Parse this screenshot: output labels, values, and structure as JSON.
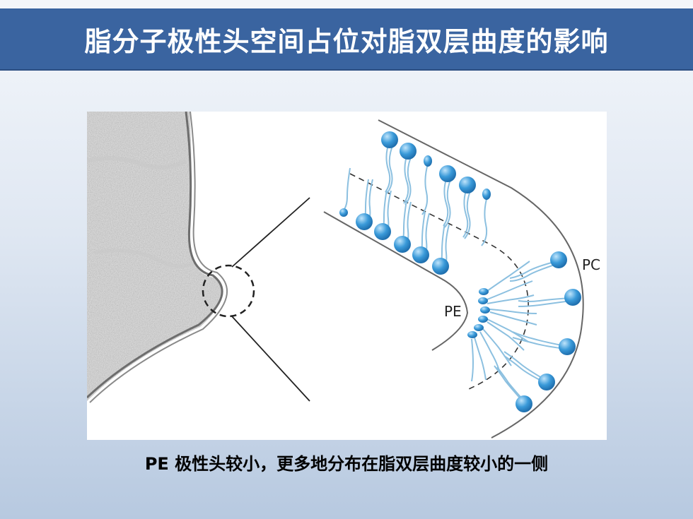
{
  "slide": {
    "title": "脂分子极性头空间占位对脂双层曲度的影响",
    "caption": "PE 极性头较小，更多地分布在脂双层曲度较小的一侧"
  },
  "figure": {
    "labels": {
      "pc": "PC",
      "pe": "PE"
    }
  },
  "colors": {
    "title_bar": "#3a64a0",
    "lipid_head": "#3a9ad9",
    "lipid_tail": "#8cc0e0"
  }
}
